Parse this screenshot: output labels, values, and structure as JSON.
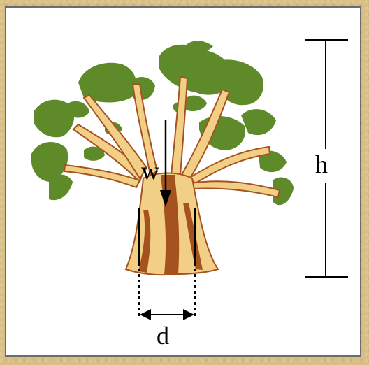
{
  "labels": {
    "weight": "w",
    "height": "h",
    "diameter": "d"
  },
  "colors": {
    "panel_border": "#6b6b6b",
    "foliage": "#5f8a2a",
    "trunk_light": "#f2cf86",
    "trunk_dark": "#a6521f",
    "line": "#000000"
  }
}
